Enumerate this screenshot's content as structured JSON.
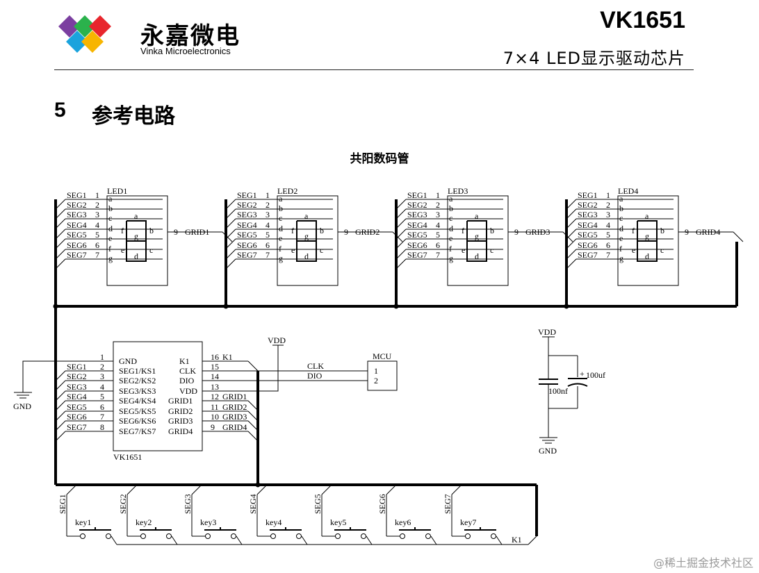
{
  "header": {
    "brand_cn": "永嘉微电",
    "brand_en": "Vinka Microelectronics",
    "chip": "VK1651",
    "subtitle": "7×4 LED显示驱动芯片",
    "logo_colors": [
      "#7b3fa0",
      "#2bb24c",
      "#e8262d",
      "#1aa3dd",
      "#f7b500"
    ]
  },
  "section": {
    "number": "5",
    "title": "参考电路"
  },
  "diagram": {
    "title": "共阳数码管",
    "led_modules": [
      {
        "name": "LED1",
        "grid": "GRID1"
      },
      {
        "name": "LED2",
        "grid": "GRID2"
      },
      {
        "name": "LED3",
        "grid": "GRID3"
      },
      {
        "name": "LED4",
        "grid": "GRID4"
      }
    ],
    "seg_pins": [
      {
        "net": "SEG1",
        "pin": "1",
        "seg": "a"
      },
      {
        "net": "SEG2",
        "pin": "2",
        "seg": "b"
      },
      {
        "net": "SEG3",
        "pin": "3",
        "seg": "c"
      },
      {
        "net": "SEG4",
        "pin": "4",
        "seg": "d"
      },
      {
        "net": "SEG5",
        "pin": "5",
        "seg": "e"
      },
      {
        "net": "SEG6",
        "pin": "6",
        "seg": "f"
      },
      {
        "net": "SEG7",
        "pin": "7",
        "seg": "g"
      }
    ],
    "grid_pin": "9",
    "digit_segments": [
      "a",
      "b",
      "c",
      "d",
      "e",
      "f",
      "g"
    ],
    "ic": {
      "name": "VK1651",
      "left_pins": [
        {
          "num": "1",
          "label": "GND",
          "net": ""
        },
        {
          "num": "2",
          "label": "SEG1/KS1",
          "net": "SEG1"
        },
        {
          "num": "3",
          "label": "SEG2/KS2",
          "net": "SEG2"
        },
        {
          "num": "4",
          "label": "SEG3/KS3",
          "net": "SEG3"
        },
        {
          "num": "5",
          "label": "SEG4/KS4",
          "net": "SEG4"
        },
        {
          "num": "6",
          "label": "SEG5/KS5",
          "net": "SEG5"
        },
        {
          "num": "7",
          "label": "SEG6/KS6",
          "net": "SEG6"
        },
        {
          "num": "8",
          "label": "SEG7/KS7",
          "net": "SEG7"
        }
      ],
      "right_pins": [
        {
          "num": "16",
          "label": "K1",
          "net": "K1"
        },
        {
          "num": "15",
          "label": "CLK",
          "net": ""
        },
        {
          "num": "14",
          "label": "DIO",
          "net": ""
        },
        {
          "num": "13",
          "label": "VDD",
          "net": ""
        },
        {
          "num": "12",
          "label": "GRID1",
          "net": "GRID1"
        },
        {
          "num": "11",
          "label": "GRID2",
          "net": "GRID2"
        },
        {
          "num": "10",
          "label": "GRID3",
          "net": "GRID3"
        },
        {
          "num": "9",
          "label": "GRID4",
          "net": "GRID4"
        }
      ]
    },
    "mcu": {
      "name": "MCU",
      "pins": [
        "1",
        "2"
      ],
      "signals": [
        "CLK",
        "DIO"
      ]
    },
    "power": {
      "vdd": "VDD",
      "gnd": "GND"
    },
    "capacitors": {
      "c1": "100nf",
      "c2": "100uf",
      "polarity": "+"
    },
    "keys": [
      {
        "label": "key1",
        "net": "SEG1"
      },
      {
        "label": "key2",
        "net": "SEG2"
      },
      {
        "label": "key3",
        "net": "SEG3"
      },
      {
        "label": "key4",
        "net": "SEG4"
      },
      {
        "label": "key5",
        "net": "SEG5"
      },
      {
        "label": "key6",
        "net": "SEG6"
      },
      {
        "label": "key7",
        "net": "SEG7"
      }
    ],
    "key_common": "K1"
  },
  "watermark": "@稀土掘金技术社区"
}
